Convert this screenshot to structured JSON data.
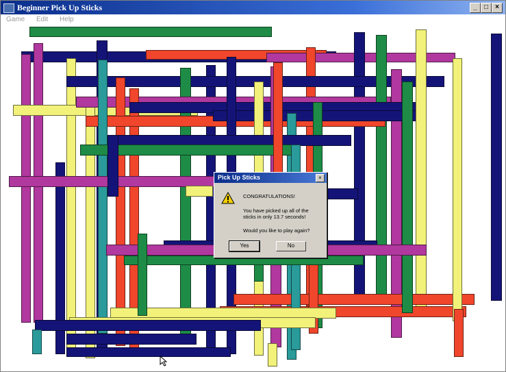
{
  "window": {
    "title": "Beginner Pick Up Sticks"
  },
  "menu": [
    "Game",
    "Edit",
    "Help"
  ],
  "colors": {
    "green": "#1e8c46",
    "blue": "#141478",
    "teal": "#2a9a9a",
    "yellow": "#f2f27a",
    "magenta": "#b0389e",
    "red": "#f0462c"
  },
  "sticks": [
    {
      "c": "green"
    },
    {
      "c": "blue"
    },
    {
      "c": "magenta"
    },
    {
      "c": "red"
    },
    {
      "c": "blue"
    },
    {
      "c": "blue"
    },
    {
      "c": "yellow"
    },
    {
      "c": "magenta"
    },
    {
      "c": "blue"
    },
    {
      "c": "red"
    },
    {
      "c": "blue"
    },
    {
      "c": "blue"
    },
    {
      "c": "magenta"
    },
    {
      "c": "magenta"
    },
    {
      "c": "yellow"
    },
    {
      "c": "green"
    },
    {
      "c": "yellow"
    },
    {
      "c": "magenta"
    },
    {
      "c": "green"
    },
    {
      "c": "red"
    },
    {
      "c": "red"
    },
    {
      "c": "red"
    },
    {
      "c": "blue"
    },
    {
      "c": "blue"
    },
    {
      "c": "green"
    },
    {
      "c": "teal"
    },
    {
      "c": "magenta"
    },
    {
      "c": "yellow"
    },
    {
      "c": "blue"
    },
    {
      "c": "teal"
    },
    {
      "c": "yellow"
    },
    {
      "c": "red"
    },
    {
      "c": "red"
    },
    {
      "c": "blue"
    },
    {
      "c": "green"
    },
    {
      "c": "blue"
    },
    {
      "c": "yellow"
    },
    {
      "c": "magenta"
    },
    {
      "c": "teal"
    },
    {
      "c": "red"
    },
    {
      "c": "blue"
    },
    {
      "c": "green"
    },
    {
      "c": "blue"
    },
    {
      "c": "green"
    },
    {
      "c": "magenta"
    },
    {
      "c": "green"
    },
    {
      "c": "yellow"
    },
    {
      "c": "yellow"
    },
    {
      "c": "blue"
    },
    {
      "c": "red"
    },
    {
      "c": "red"
    },
    {
      "c": "blue"
    },
    {
      "c": "blue"
    },
    {
      "c": "green"
    },
    {
      "c": "yellow"
    },
    {
      "c": "blue"
    },
    {
      "c": "yellow"
    },
    {
      "c": "teal"
    }
  ],
  "dialog": {
    "title": "Pick Up Sticks",
    "close_glyph": "×",
    "heading": "CONGRATULATIONS!",
    "line1": "You have picked up all of the",
    "line2": "sticks in only 13.7 seconds!",
    "question": "Would you like to play again?",
    "yes_label": "Yes",
    "no_label": "No"
  }
}
